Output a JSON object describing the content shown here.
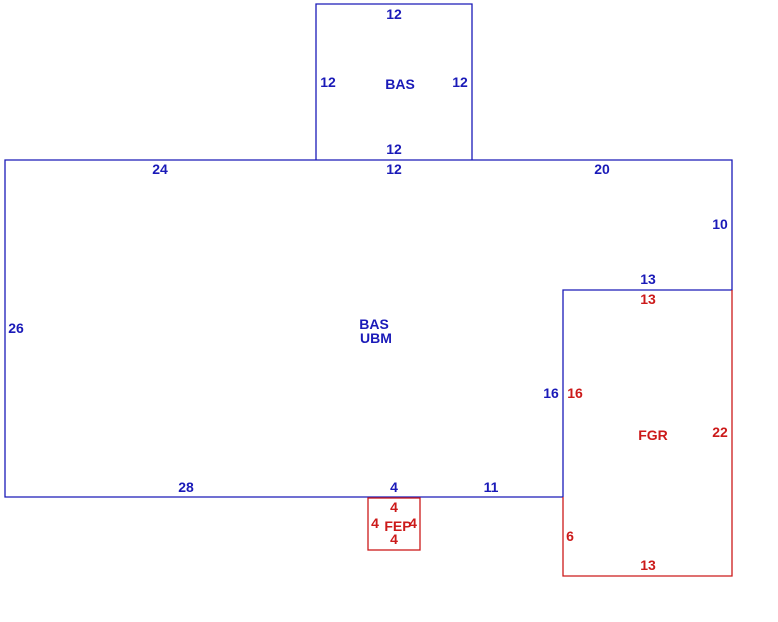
{
  "colors": {
    "living": "#1a1ab8",
    "garage": "#cc1a1a"
  },
  "areas": {
    "upper": {
      "code": "BAS",
      "top": "12",
      "left": "12",
      "right": "12",
      "bottom": "12"
    },
    "main": {
      "codes": [
        "BAS",
        "UBM"
      ],
      "top_left": "24",
      "top_mid": "12",
      "top_right": "20",
      "right_upper": "10",
      "notch_top": "13",
      "left": "26",
      "notch_left": "16",
      "bottom_left": "28",
      "bottom_mid": "4",
      "bottom_right": "11"
    },
    "garage": {
      "code": "FGR",
      "top": "13",
      "left": "16",
      "right": "22",
      "left_lower": "6",
      "bottom": "13"
    },
    "porch": {
      "code": "FEP",
      "top": "4",
      "left": "4",
      "right": "4",
      "bottom": "4"
    }
  }
}
